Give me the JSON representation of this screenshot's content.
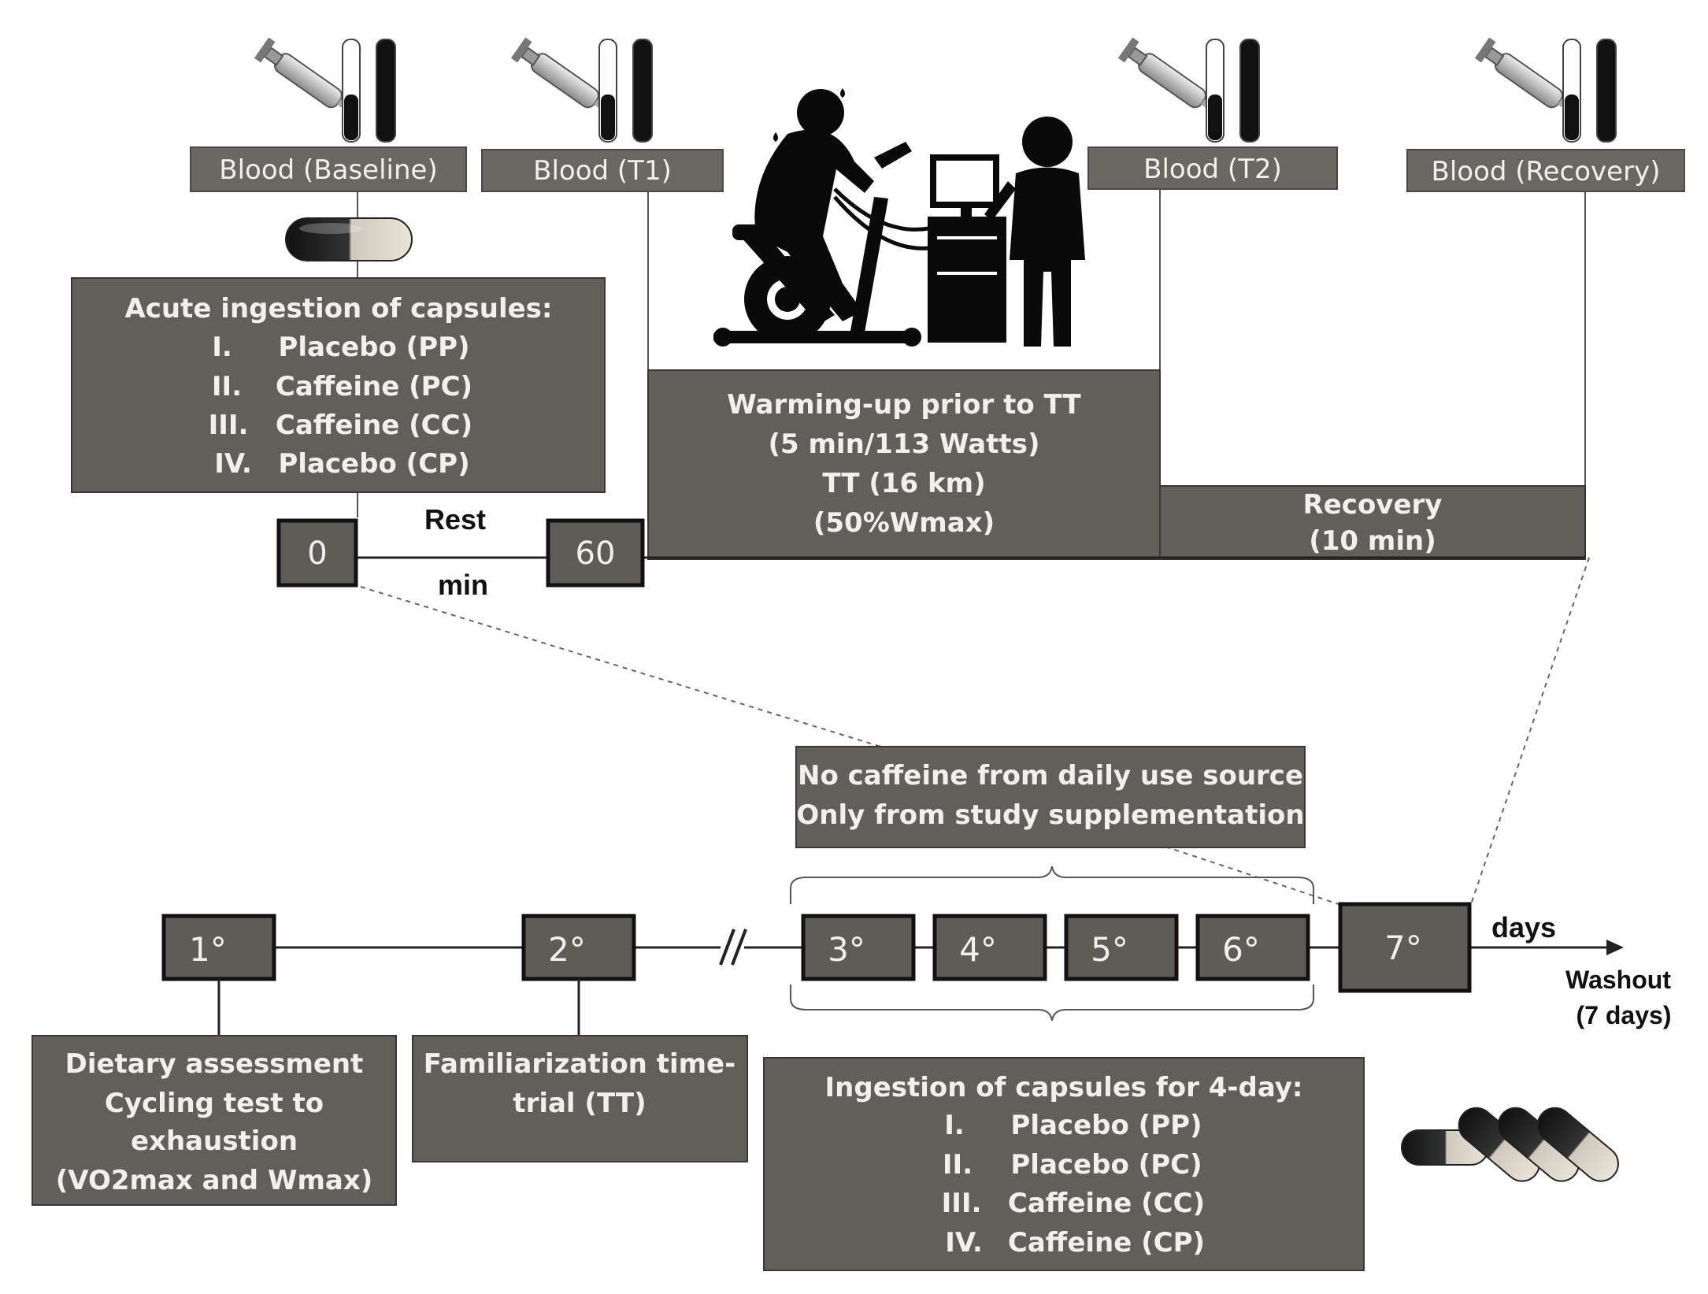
{
  "top_panel": {
    "blood_labels": {
      "baseline": "Blood (Baseline)",
      "t1": "Blood (T1)",
      "t2": "Blood (T2)",
      "recovery": "Blood (Recovery)"
    },
    "acute_box": {
      "title": "Acute ingestion of capsules:",
      "items": [
        {
          "num": "I.",
          "text": "Placebo (PP)"
        },
        {
          "num": "II.",
          "text": "Caffeine (PC)"
        },
        {
          "num": "III.",
          "text": "Caffeine (CC)"
        },
        {
          "num": "IV.",
          "text": "Placebo (CP)"
        }
      ]
    },
    "time_markers": [
      "0",
      "60"
    ],
    "rest_label": "Rest",
    "min_label": "min",
    "warmup_box": {
      "lines": [
        "Warming-up prior to TT",
        "(5 min/113 Watts)",
        "TT (16 km)",
        "(50%Wmax)"
      ]
    },
    "recovery_box": {
      "lines": [
        "Recovery",
        "(10 min)"
      ]
    }
  },
  "bottom_panel": {
    "no_caffeine_box": {
      "lines": [
        "No caffeine from daily use source",
        "Only from study supplementation"
      ]
    },
    "days": [
      "1°",
      "2°",
      "3°",
      "4°",
      "5°",
      "6°",
      "7°"
    ],
    "days_label": "days",
    "washout_label": [
      "Washout",
      "(7 days)"
    ],
    "dietary_box": {
      "lines": [
        "Dietary assessment",
        "Cycling  test  to",
        "exhaustion",
        "(VO2max and Wmax)"
      ]
    },
    "familiarization_box": {
      "lines": [
        "Familiarization time-",
        "trial (TT)"
      ]
    },
    "ingestion_box": {
      "title": "Ingestion of capsules for 4-day:",
      "items": [
        {
          "num": "I.",
          "text": "Placebo (PP)"
        },
        {
          "num": "II.",
          "text": "Placebo (PC)"
        },
        {
          "num": "III.",
          "text": "Caffeine (CC)"
        },
        {
          "num": "IV.",
          "text": "Caffeine (CP)"
        }
      ]
    }
  },
  "icons": [
    "syringe-tube-icon",
    "capsule-icon",
    "cyclist-ergometer-icon",
    "capsules-stack-icon"
  ],
  "colors": {
    "box_fill": "#625f5b",
    "box_text": "#f2f0ec",
    "line": "#222222"
  }
}
